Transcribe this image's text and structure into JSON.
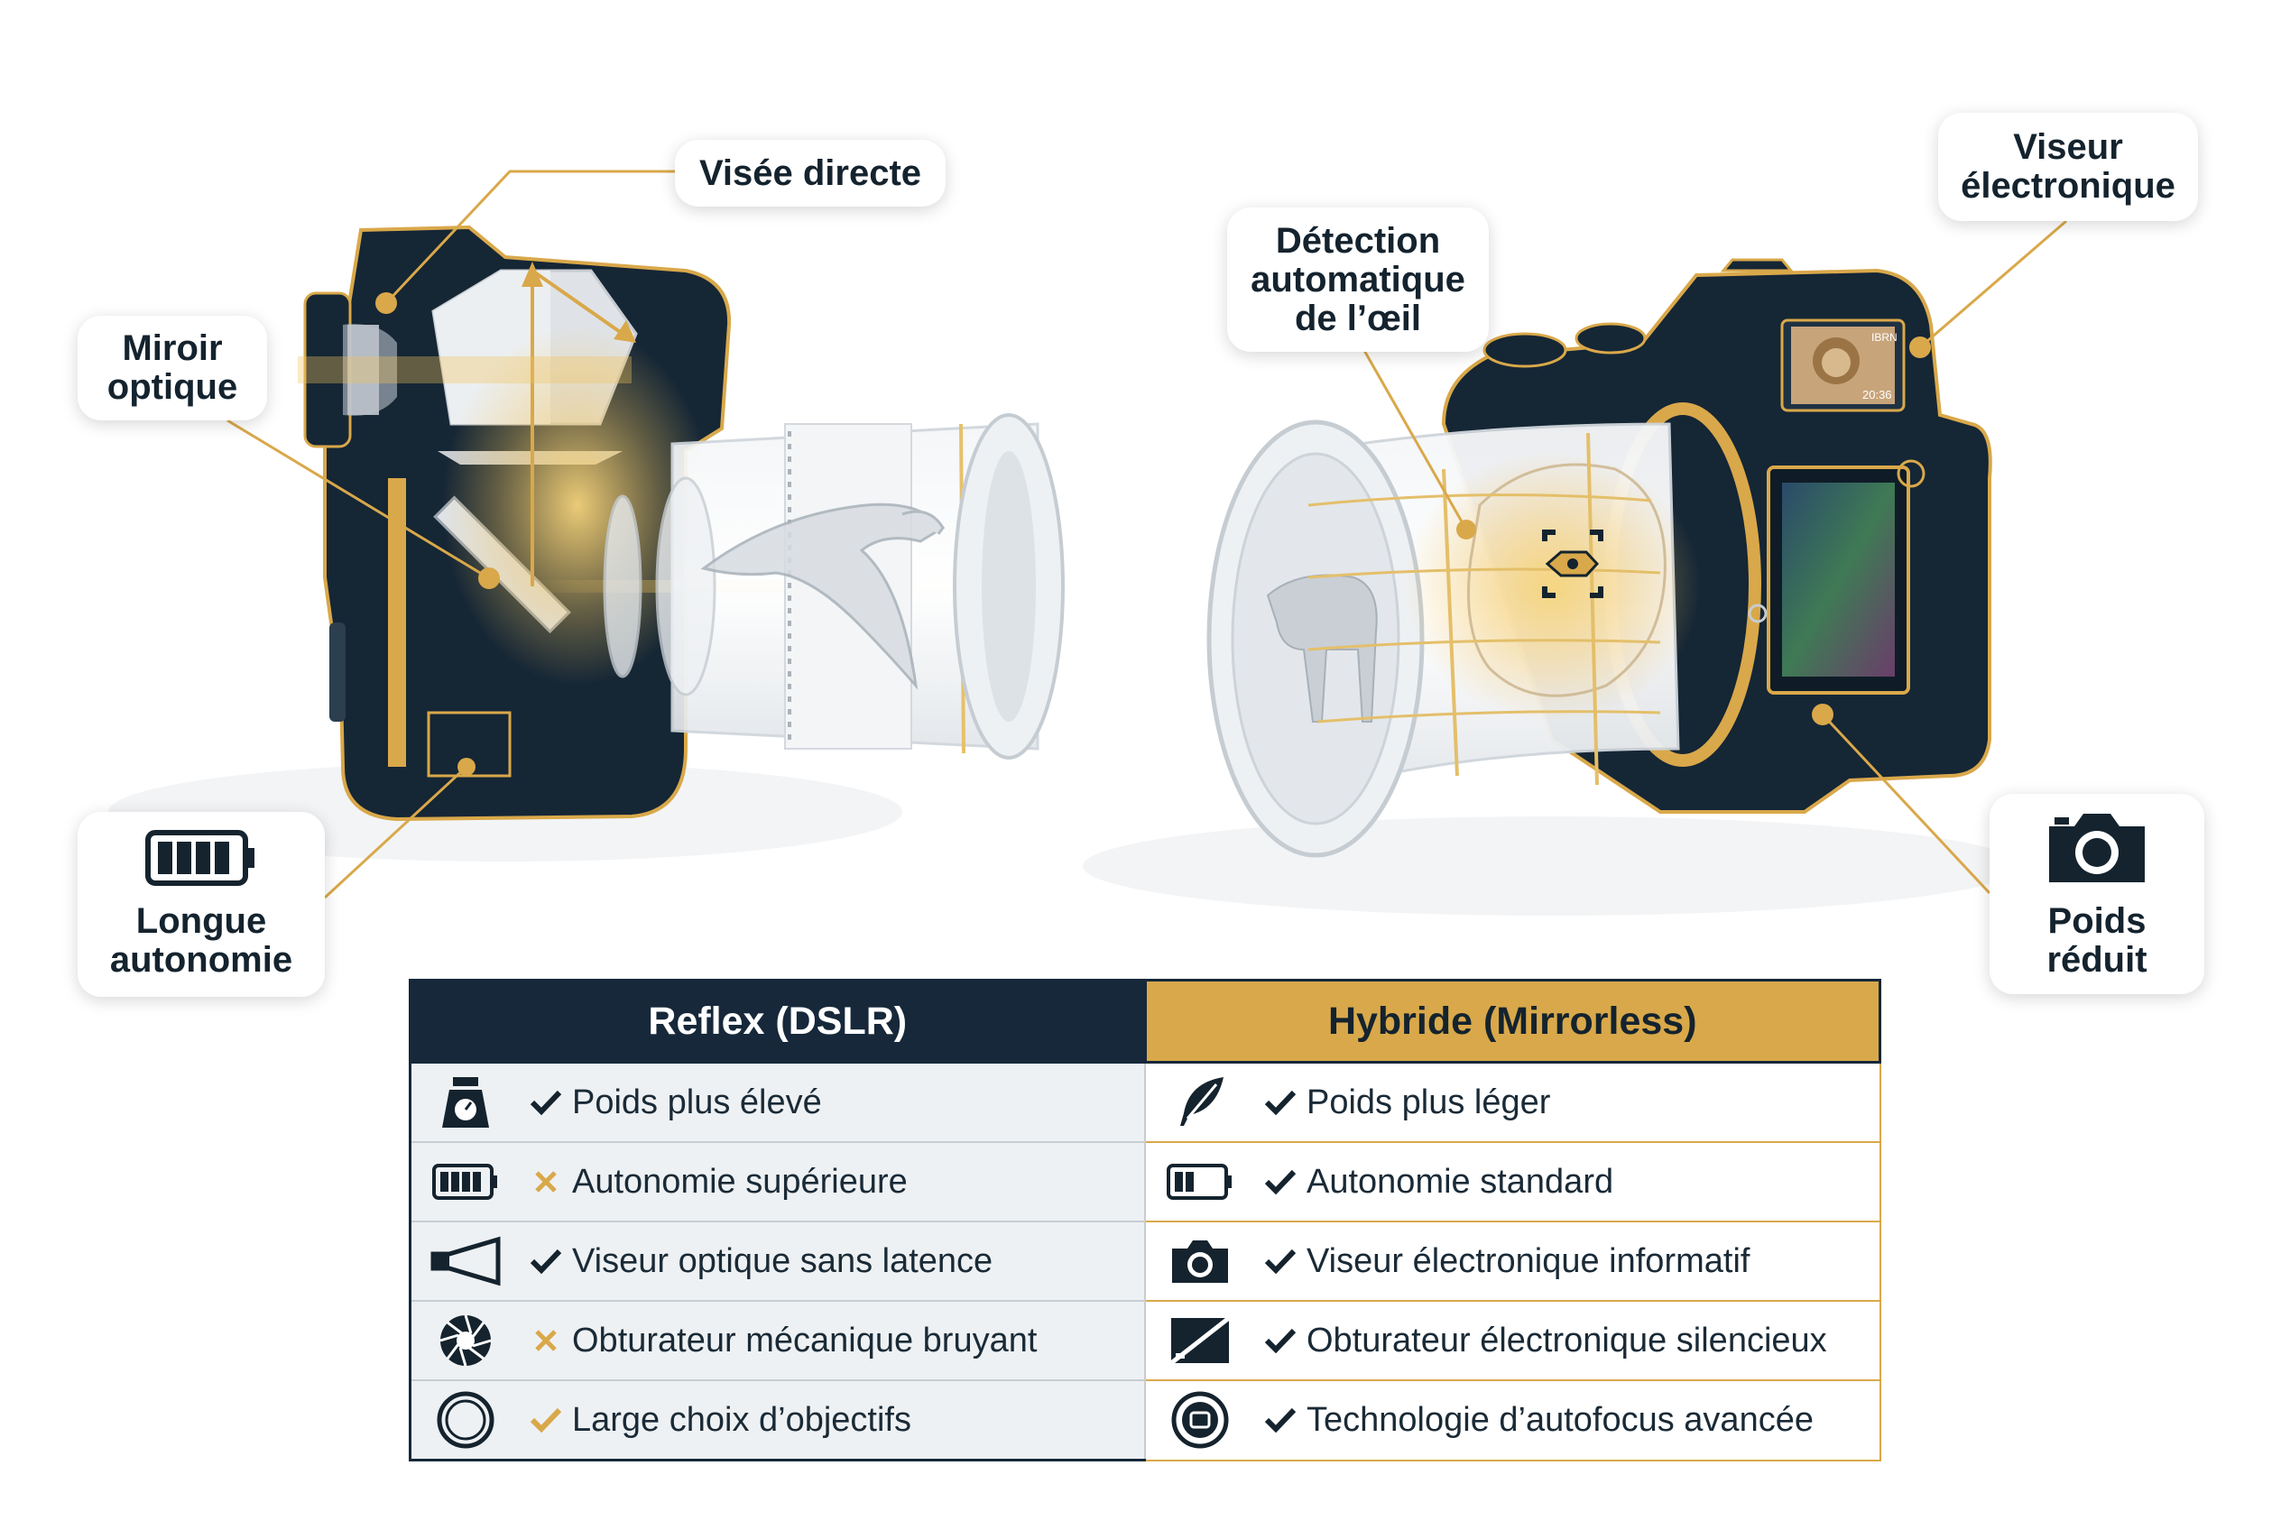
{
  "colors": {
    "navy": "#16283a",
    "gold": "#d9a84a",
    "text": "#14232e"
  },
  "callouts": {
    "visee": "Visée directe",
    "miroir": [
      "Miroir",
      "optique"
    ],
    "autonomie": [
      "Longue",
      "autonomie"
    ],
    "detection": [
      "Détection",
      "automatique",
      "de l’œil"
    ],
    "viseur": [
      "Viseur",
      "électronique"
    ],
    "poids": [
      "Poids",
      "réduit"
    ]
  },
  "screen": {
    "brand": "IBRN",
    "time": "20:36"
  },
  "table": {
    "left_header": "Reflex (DSLR)",
    "right_header": "Hybride (Mirrorless)",
    "rows": [
      {
        "left_icon": "scale-icon",
        "left_mark": "check",
        "left": "Poids plus élevé",
        "right_icon": "feather-icon",
        "right_mark": "check",
        "right": "Poids plus léger"
      },
      {
        "left_icon": "battery-full-icon",
        "left_mark": "cross",
        "left": "Autonomie supérieure",
        "right_icon": "battery-half-icon",
        "right_mark": "check",
        "right": "Autonomie standard"
      },
      {
        "left_icon": "optical-viewfinder-icon",
        "left_mark": "check",
        "left": "Viseur optique sans latence",
        "right_icon": "camera-icon",
        "right_mark": "check",
        "right": "Viseur électronique informatif"
      },
      {
        "left_icon": "aperture-icon",
        "left_mark": "cross",
        "left": "Obturateur mécanique bruyant",
        "right_icon": "electronic-shutter-icon",
        "right_mark": "check",
        "right": "Obturateur électronique silencieux"
      },
      {
        "left_icon": "lens-mount-icon",
        "left_mark": "check-gold",
        "left": "Large choix d’objectifs",
        "right_icon": "af-target-icon",
        "right_mark": "check",
        "right": "Technologie d’autofocus avancée"
      }
    ]
  }
}
